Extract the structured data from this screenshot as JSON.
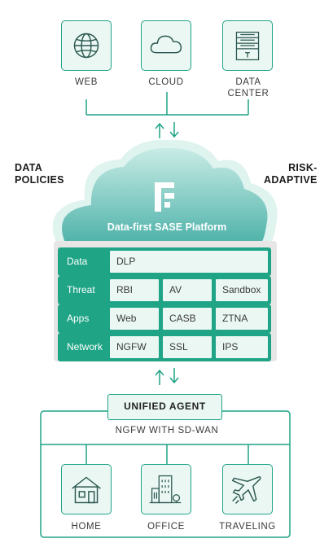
{
  "top_nodes": [
    {
      "label": "WEB",
      "icon": "globe-icon"
    },
    {
      "label": "CLOUD",
      "icon": "cloud-icon"
    },
    {
      "label": "DATA\nCENTER",
      "icon": "server-icon"
    }
  ],
  "side_labels": {
    "left": "DATA\nPOLICIES",
    "right": "RISK-\nADAPTIVE"
  },
  "platform": {
    "title": "Data-first SASE Platform",
    "logo_icon": "forcepoint-logo-icon"
  },
  "rows": [
    {
      "label": "Data",
      "cells": [
        "DLP"
      ]
    },
    {
      "label": "Threat",
      "cells": [
        "RBI",
        "AV",
        "Sandbox"
      ]
    },
    {
      "label": "Apps",
      "cells": [
        "Web",
        "CASB",
        "ZTNA"
      ]
    },
    {
      "label": "Network",
      "cells": [
        "NGFW",
        "SSL",
        "IPS"
      ]
    }
  ],
  "agent": {
    "title": "UNIFIED AGENT",
    "subtitle": "NGFW WITH SD-WAN"
  },
  "bottom_nodes": [
    {
      "label": "HOME",
      "icon": "house-icon"
    },
    {
      "label": "OFFICE",
      "icon": "building-icon"
    },
    {
      "label": "TRAVELING",
      "icon": "airplane-icon"
    }
  ],
  "colors": {
    "accent": "#1fa486",
    "light": "#eaf7f3",
    "cloud_fill": "#b5e4dc",
    "cloud_deep": "#4fb3aa"
  }
}
